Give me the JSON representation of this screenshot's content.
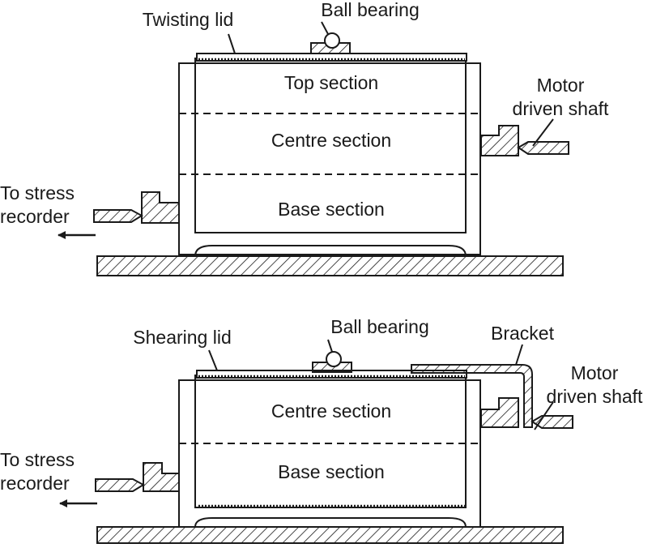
{
  "diagrams": [
    {
      "lid_label": "Twisting lid",
      "ball_bearing_label": "Ball bearing",
      "sections": [
        "Top section",
        "Centre section",
        "Base section"
      ],
      "motor_label_line1": "Motor",
      "motor_label_line2": "driven shaft",
      "recorder_label_line1": "To stress",
      "recorder_label_line2": "recorder"
    },
    {
      "lid_label": "Shearing lid",
      "ball_bearing_label": "Ball bearing",
      "bracket_label": "Bracket",
      "sections": [
        "Centre section",
        "Base section"
      ],
      "motor_label_line1": "Motor",
      "motor_label_line2": "driven shaft",
      "recorder_label_line1": "To stress",
      "recorder_label_line2": "recorder"
    }
  ],
  "colors": {
    "line": "#1a1a1a",
    "background": "#ffffff"
  }
}
